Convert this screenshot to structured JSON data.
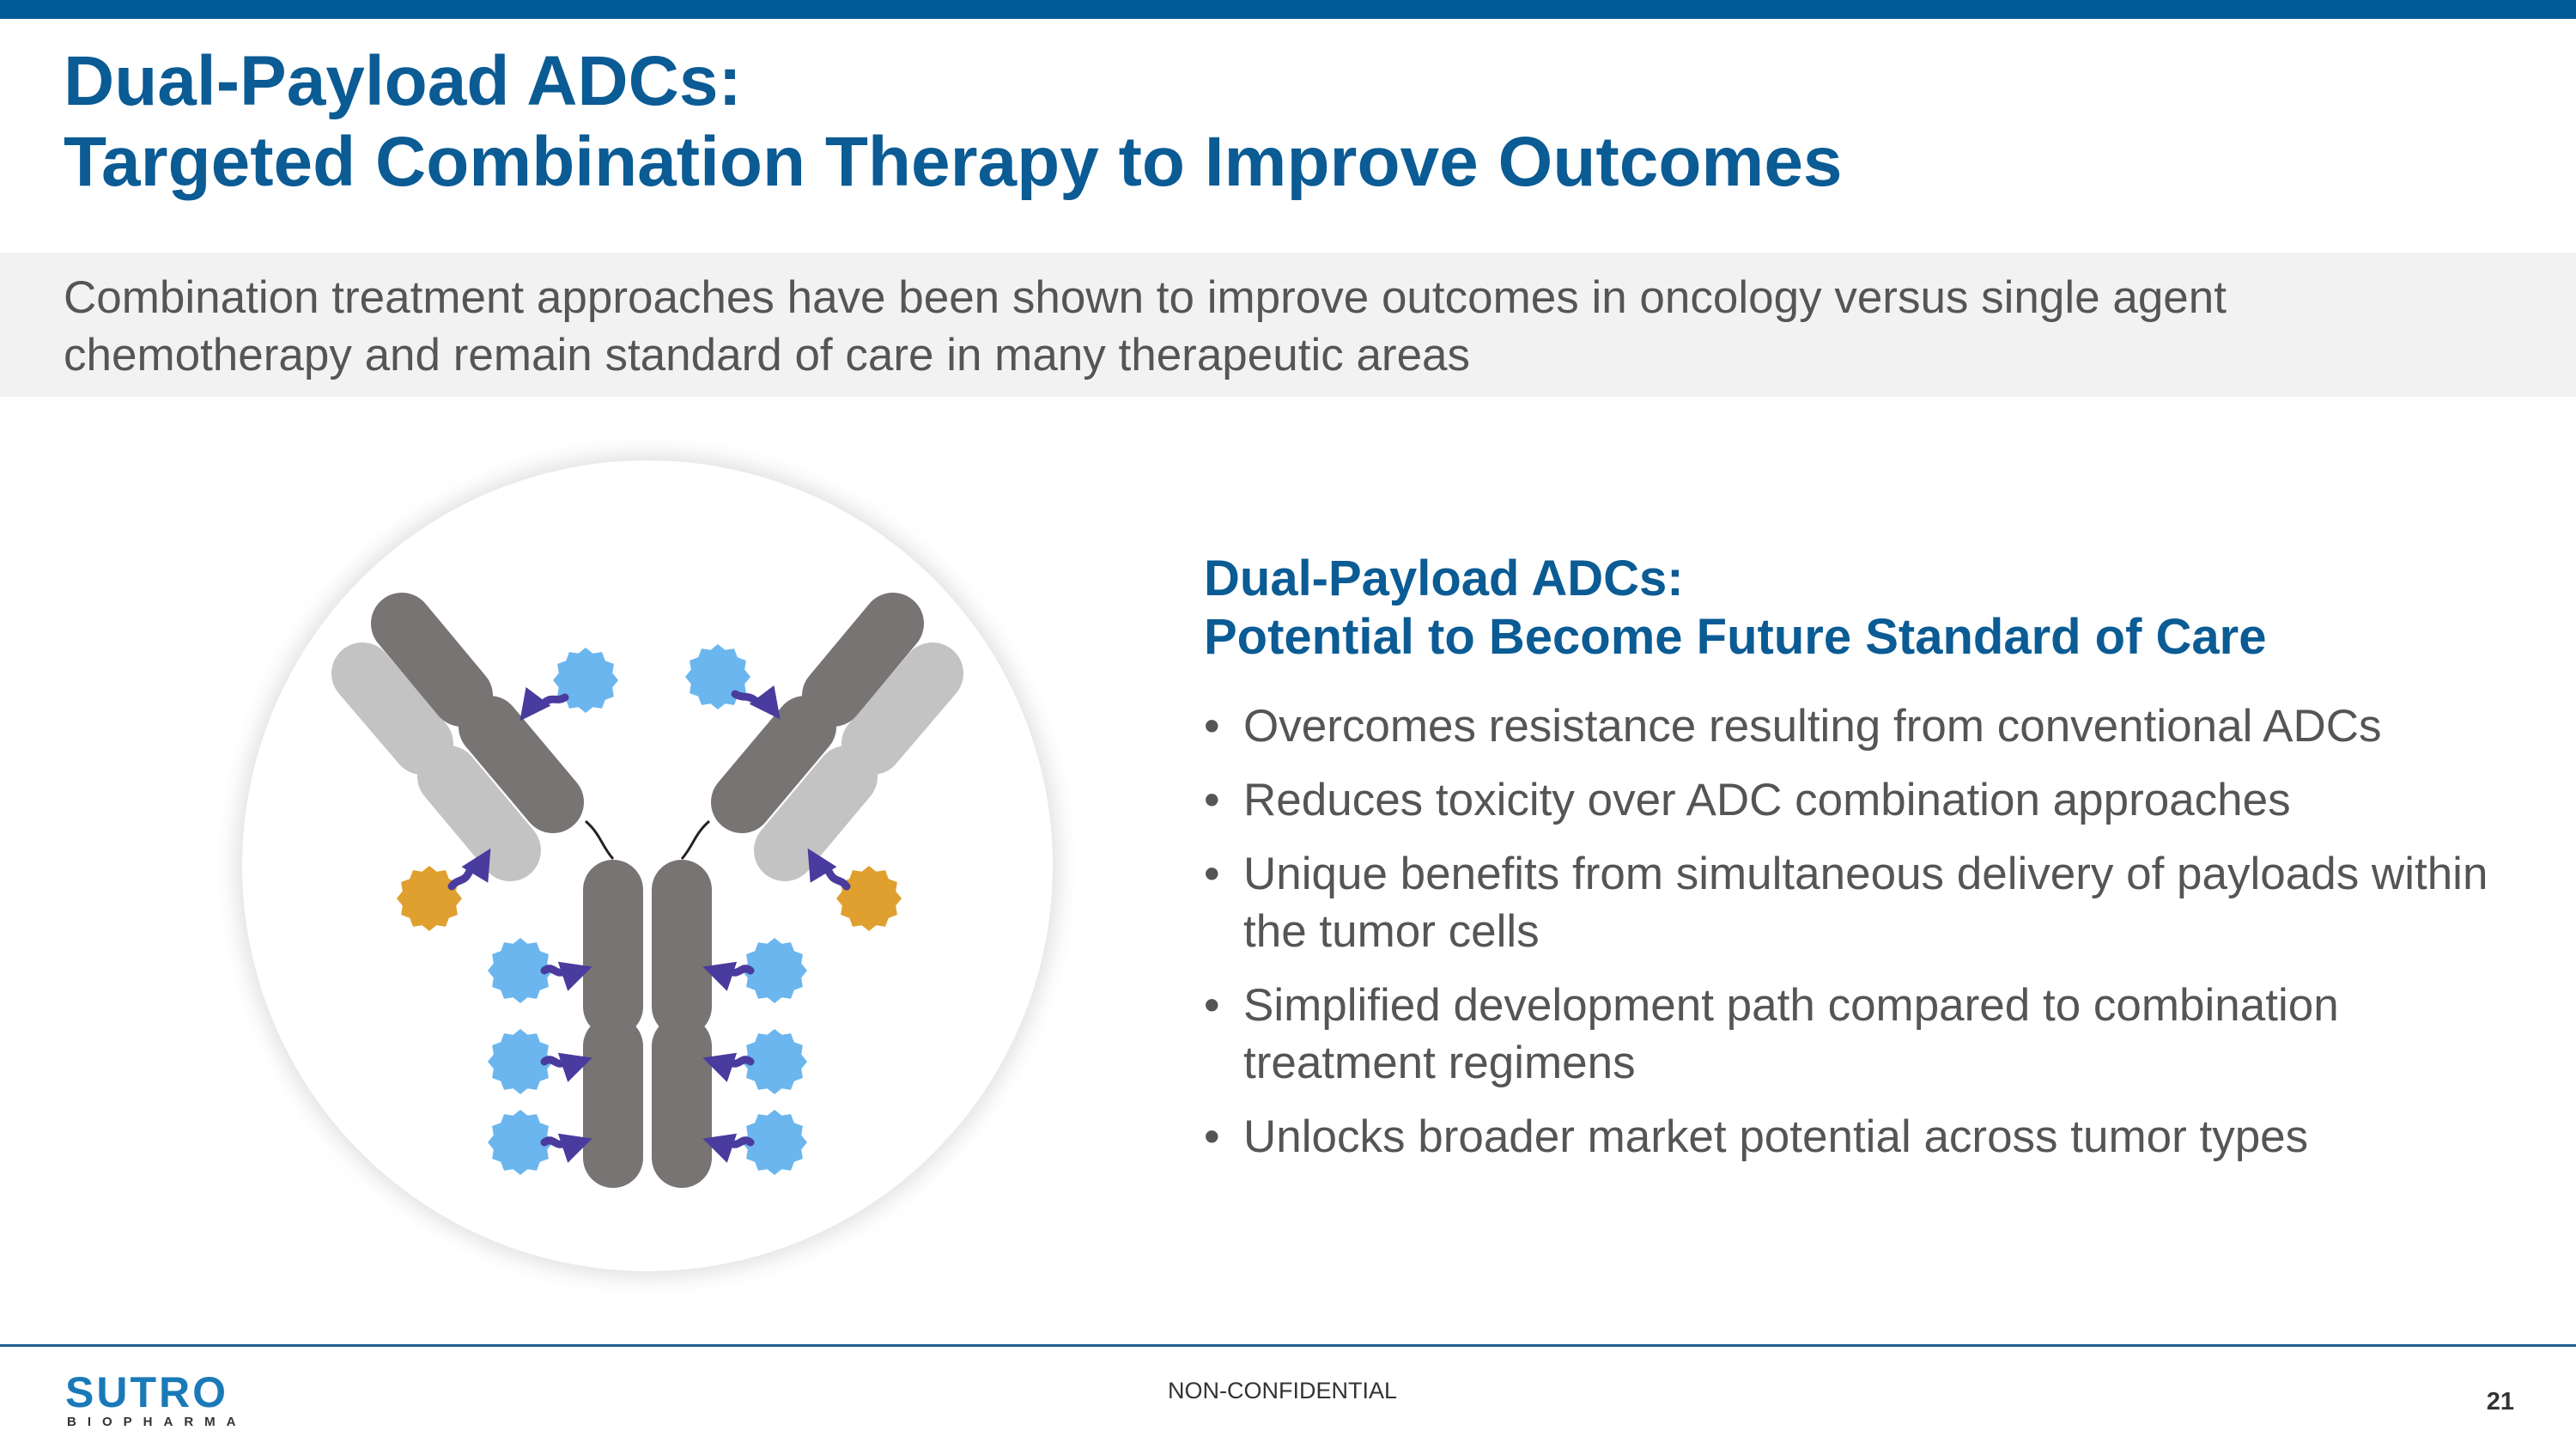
{
  "title": {
    "line1": "Dual-Payload ADCs:",
    "line2": "Targeted Combination Therapy to Improve Outcomes"
  },
  "subtitle": "Combination treatment approaches have been shown to improve outcomes in oncology versus single agent chemotherapy and remain standard of care in many therapeutic areas",
  "panel": {
    "title_line1": "Dual-Payload ADCs:",
    "title_line2": "Potential to Become Future Standard of Care",
    "bullets": [
      "Overcomes resistance resulting from conventional ADCs",
      "Reduces toxicity over ADC combination approaches",
      "Unique benefits from simultaneous delivery of payloads within the tumor cells",
      "Simplified development path compared to combination treatment regimens",
      "Unlocks broader market potential across tumor types"
    ]
  },
  "footer": {
    "logo_main": "SUTRO",
    "logo_sub": "BIOPHARMA",
    "center_text": "NON-CONFIDENTIAL",
    "page_number": "21"
  },
  "colors": {
    "brand_blue": "#0b5b94",
    "antibody_dark": "#787474",
    "antibody_light": "#c3c3c3",
    "payload_blue": "#6bb6ee",
    "payload_orange": "#dfa02f",
    "linker_purple": "#4a3b9e"
  },
  "icons": {
    "antibody": "antibody-drug-conjugate-illustration"
  }
}
